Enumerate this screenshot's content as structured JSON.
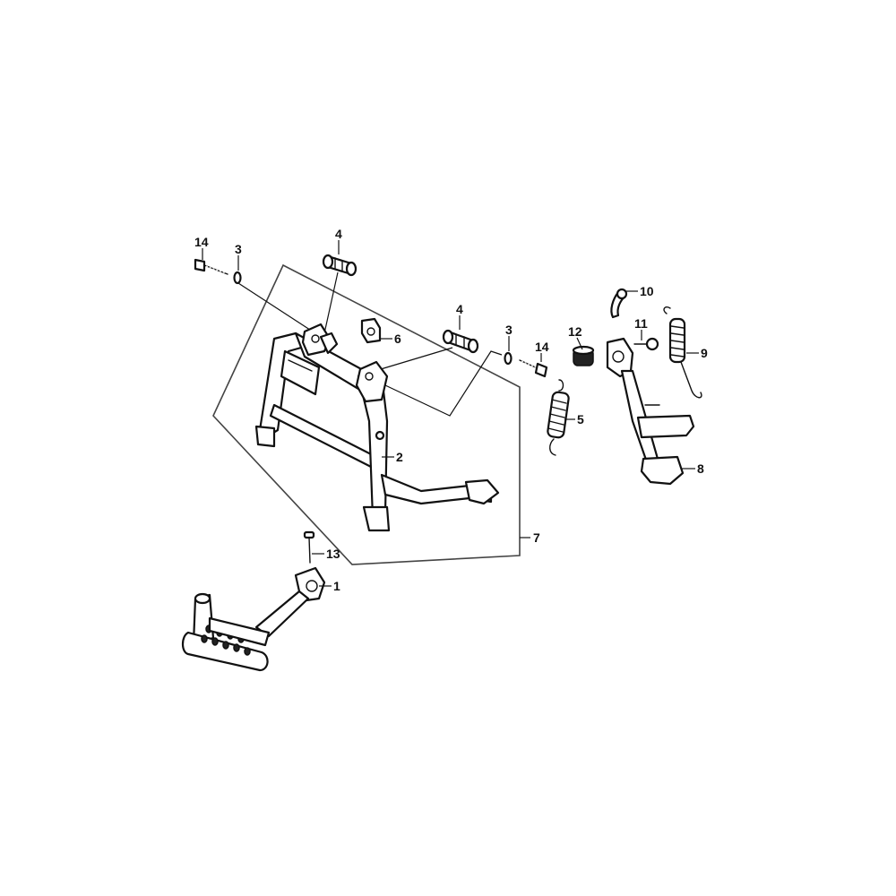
{
  "callouts": {
    "c1": "1",
    "c2": "2",
    "c3a": "3",
    "c3b": "3",
    "c4a": "4",
    "c4b": "4",
    "c5": "5",
    "c6": "6",
    "c7": "7",
    "c8": "8",
    "c9": "9",
    "c10": "10",
    "c11": "11",
    "c12": "12",
    "c13": "13",
    "c14a": "14",
    "c14b": "14"
  }
}
